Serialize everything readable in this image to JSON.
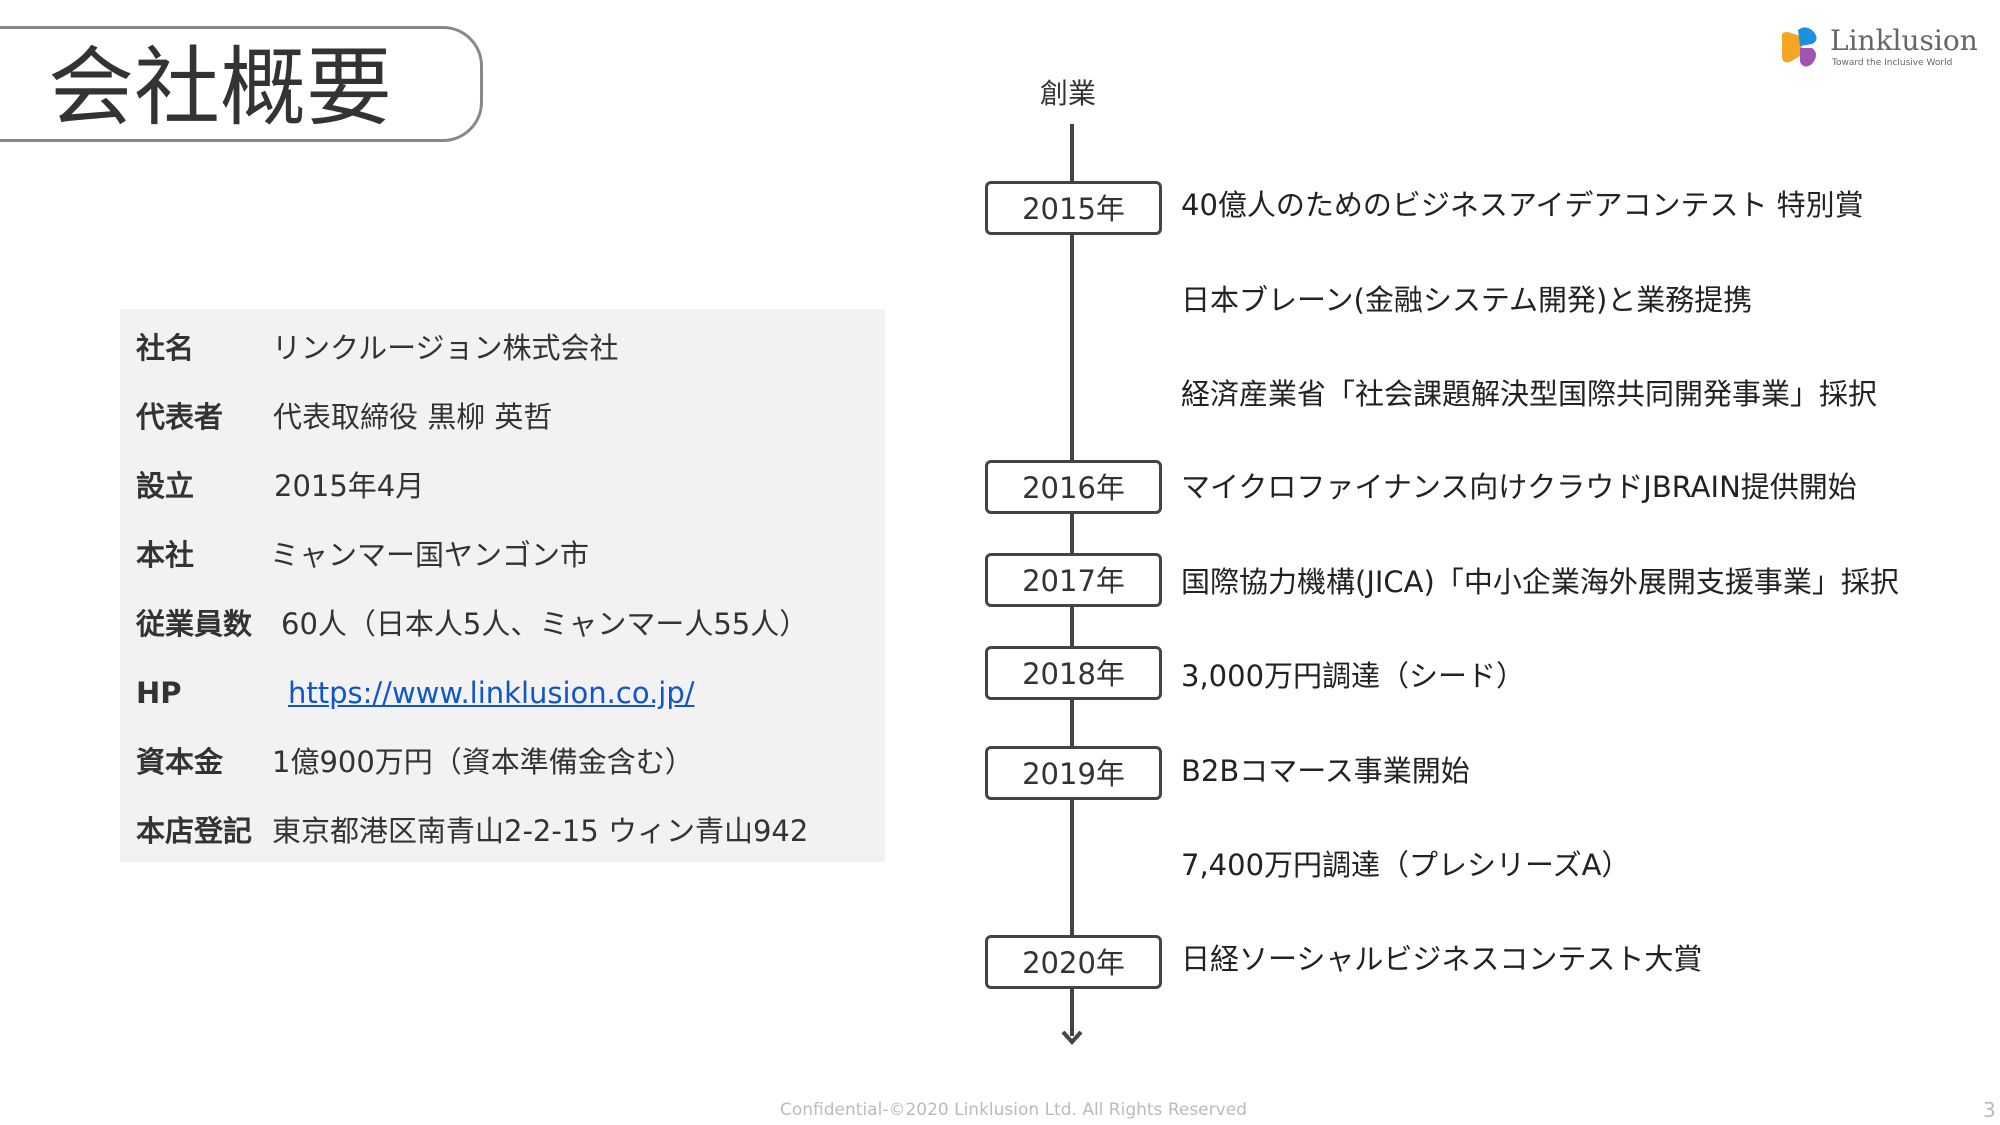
{
  "title": "会社概要",
  "logo": {
    "name": "Linklusion",
    "tagline": "Toward the Inclusive World"
  },
  "profile": [
    {
      "label": "社名",
      "value": "リンクルージョン株式会社"
    },
    {
      "label": "代表者",
      "value": "代表取締役 黒柳 英哲"
    },
    {
      "label": "設立",
      "value": "2015年4月"
    },
    {
      "label": "本社",
      "value": " ミャンマー国ヤンゴン市"
    },
    {
      "label": "従業員数",
      "value": "60人（日本人5人、ミャンマー人55人）"
    },
    {
      "label": "HP",
      "value": "https://www.linklusion.co.jp/"
    },
    {
      "label": "資本金",
      "value": "1億900万円（資本準備金含む）"
    },
    {
      "label": "本店登記",
      "value": "東京都港区南青山2-2-15 ウィン青山942"
    }
  ],
  "timeline": {
    "start_label": "創業",
    "years": [
      "2015年",
      "2016年",
      "2017年",
      "2018年",
      "2019年",
      "2020年"
    ],
    "events": [
      "40億人のためのビジネスアイデアコンテスト 特別賞",
      "日本ブレーン(金融システム開発)と業務提携",
      "経済産業省「社会課題解決型国際共同開発事業」採択",
      "マイクロファイナンス向けクラウドJBRAIN提供開始",
      "国際協力機構(JICA)「中小企業海外展開支援事業」採択",
      "3,000万円調達（シード）",
      "B2Bコマース事業開始",
      "7,400万円調達（プレシリーズA）",
      "日経ソーシャルビジネスコンテスト大賞"
    ]
  },
  "footer": "Confidential-©2020 Linklusion Ltd. All Rights Reserved",
  "page_number": "3"
}
